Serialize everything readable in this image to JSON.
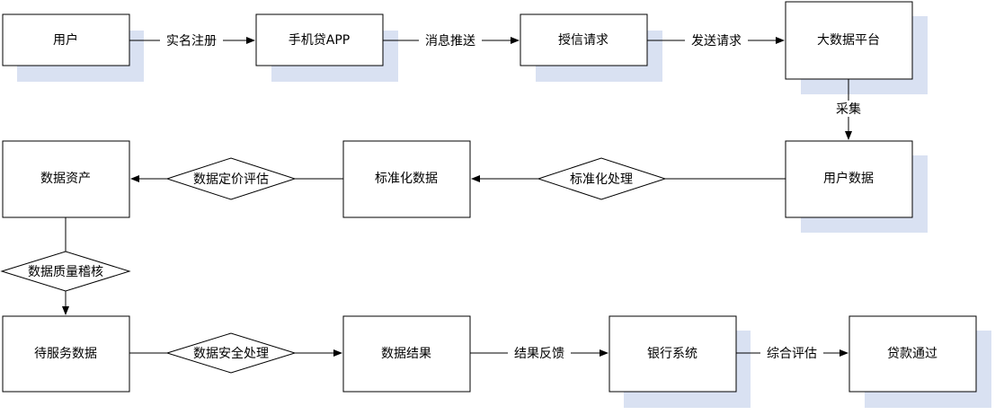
{
  "nodes": {
    "user": "用户",
    "phone_app": "手机贷APP",
    "credit_request": "授信请求",
    "big_data_platform": "大数据平台",
    "user_data": "用户数据",
    "standard_data": "标准化数据",
    "data_asset": "数据资产",
    "pending_data": "待服务数据",
    "data_result": "数据结果",
    "bank_system": "银行系统",
    "loan_approved": "贷款通过"
  },
  "decisions": {
    "standardize": "标准化处理",
    "pricing": "数据定价评估",
    "quality": "数据质量稽核",
    "security": "数据安全处理"
  },
  "edges": {
    "real_name": "实名注册",
    "push": "消息推送",
    "send_request": "发送请求",
    "collect": "采集",
    "feedback": "结果反馈",
    "evaluate": "综合评估"
  }
}
